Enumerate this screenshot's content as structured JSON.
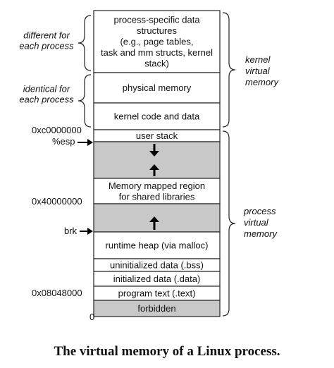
{
  "segments": [
    {
      "lines": [
        "process-specific data",
        "structures",
        "(e.g., page tables,",
        "task and mm structs, kernel",
        "stack)"
      ],
      "shaded": false
    },
    {
      "lines": [
        "physical memory"
      ],
      "shaded": false
    },
    {
      "lines": [
        "kernel code and data"
      ],
      "shaded": false
    },
    {
      "lines": [
        "user stack"
      ],
      "shaded": false
    },
    {
      "lines": [],
      "shaded": true
    },
    {
      "lines": [
        "Memory mapped region",
        "for shared libraries"
      ],
      "shaded": false
    },
    {
      "lines": [],
      "shaded": true
    },
    {
      "lines": [
        "runtime heap (via malloc)"
      ],
      "shaded": false
    },
    {
      "lines": [
        "uninitialized data (.bss)"
      ],
      "shaded": false
    },
    {
      "lines": [
        "initialized data (.data)"
      ],
      "shaded": false
    },
    {
      "lines": [
        "program text (.text)"
      ],
      "shaded": false
    },
    {
      "lines": [
        "forbidden"
      ],
      "shaded": true
    }
  ],
  "left_groups": [
    {
      "lines": [
        "different for",
        "each process"
      ]
    },
    {
      "lines": [
        "identical  for",
        "each process"
      ]
    }
  ],
  "right_groups": [
    {
      "lines": [
        "kernel",
        "virtual",
        "memory"
      ]
    },
    {
      "lines": [
        "process",
        "virtual",
        "memory"
      ]
    }
  ],
  "addresses": {
    "kernel_base": "0xc0000000",
    "esp": "%esp",
    "mmap_base": "0x40000000",
    "brk": "brk",
    "text_base": "0x08048000",
    "zero": "0"
  },
  "caption": "The virtual memory of a Linux process.",
  "colors": {
    "shade": "#c8c8c8",
    "line": "#222222"
  }
}
